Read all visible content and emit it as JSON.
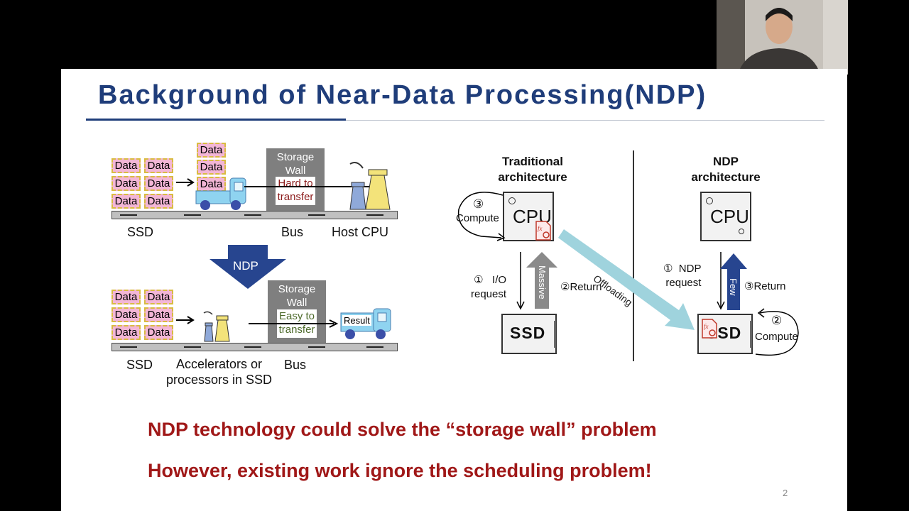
{
  "slide": {
    "title": "Background of Near-Data Processing(NDP)",
    "page_number": "2"
  },
  "left_diagram": {
    "data_label": "Data",
    "storage_wall_1": "Storage\nWall",
    "hard_to_transfer": "Hard to\ntransfer",
    "ssd": "SSD",
    "bus": "Bus",
    "host_cpu": "Host CPU",
    "ndp_arrow": "NDP",
    "storage_wall_2": "Storage\nWall",
    "easy_to_transfer": "Easy to\ntransfer",
    "result": "Result",
    "accelerators": "Accelerators or\nprocessors in SSD"
  },
  "right_diagram": {
    "traditional_title": "Traditional\narchitecture",
    "ndp_title": "NDP\narchitecture",
    "cpu": "CPU",
    "ssd": "SSD",
    "compute_left_num": "③",
    "compute_left": "Compute",
    "io_request": "①   I/O\nrequest",
    "massive": "Massive",
    "return_left": "②Return",
    "offloading": "Offloading",
    "ndp_request": "①  NDP\nrequest",
    "few": "Few",
    "return_right": "③Return",
    "compute_right_num": "②",
    "compute_right": "Compute"
  },
  "messages": [
    "NDP technology could solve the   “storage wall”   problem",
    "However, existing work ignore the scheduling problem!"
  ],
  "colors": {
    "title": "#1f3d7a",
    "message": "#a01818",
    "data_box": "#f3b6d6",
    "offload_arrow": "#9fd3dd",
    "ndp_arrow": "#27458f"
  }
}
